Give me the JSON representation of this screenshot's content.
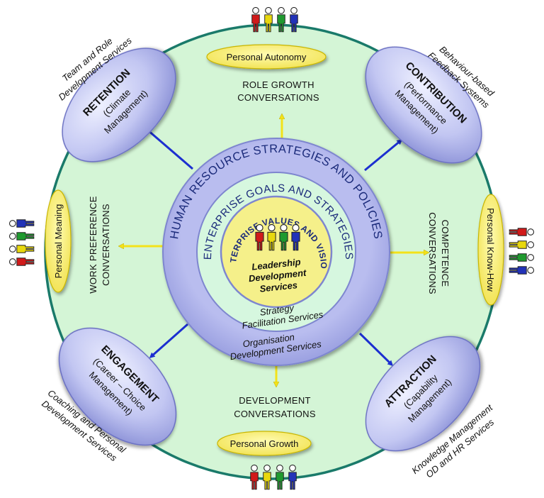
{
  "colors": {
    "outer_fill": "#d4f5d6",
    "outer_border": "#1a7a6a",
    "mid_ring": "#b3b8ec",
    "inner_disc": "#d6f7df",
    "center_disc": "#f5f08a",
    "pill_fill": "#fbf46e",
    "arrow_blue": "#1c2fd0",
    "arrow_yellow": "#f3e21a"
  },
  "rings": {
    "outer": "HUMAN RESOURCE STRATEGIES AND POLICIES",
    "middle": "ENTERPRISE GOALS AND STRATEGIES",
    "inner": "ENTERPRISE VALUES AND VISION"
  },
  "center": {
    "line1": "Leadership",
    "line2": "Development",
    "line3": "Services"
  },
  "inner_services": {
    "strategy_1": "Strategy",
    "strategy_2": "Facilitation Services",
    "org_1": "Organisation",
    "org_2": "Development Services"
  },
  "pills": {
    "top": "Personal Autonomy",
    "bottom": "Personal Growth",
    "left": "Personal Meaning",
    "right": "Personal Know-How"
  },
  "conversations": {
    "top_1": "ROLE GROWTH",
    "top_2": "CONVERSATIONS",
    "bottom_1": "DEVELOPMENT",
    "bottom_2": "CONVERSATIONS",
    "left_1": "WORK PREFERENCE",
    "left_2": "CONVERSATIONS",
    "right_1": "COMPETENCE",
    "right_2": "CONVERSATIONS"
  },
  "quadrants": {
    "retention": {
      "title": "RETENTION",
      "sub1": "(Climate",
      "sub2": "Management)"
    },
    "contribution": {
      "title": "CONTRIBUTION",
      "sub1": "(Performance",
      "sub2": "Management)"
    },
    "engagement": {
      "title": "ENGAGEMENT",
      "sub1": "(Career – Choice",
      "sub2": "Management)"
    },
    "attraction": {
      "title": "ATTRACTION",
      "sub1": "(Capability",
      "sub2": "Management)"
    }
  },
  "outer_services": {
    "tl_1": "Team and Role",
    "tl_2": "Development Services",
    "tr_1": "Behaviour-based",
    "tr_2": "Feedback Systems",
    "bl_1": "Coaching and Personal",
    "bl_2": "Development Services",
    "br_1": "Knowledge Management",
    "br_2": "OD and HR Services"
  },
  "figure_colors": [
    "#d11a1a",
    "#e8d80e",
    "#1f9a2f",
    "#2233b8"
  ]
}
